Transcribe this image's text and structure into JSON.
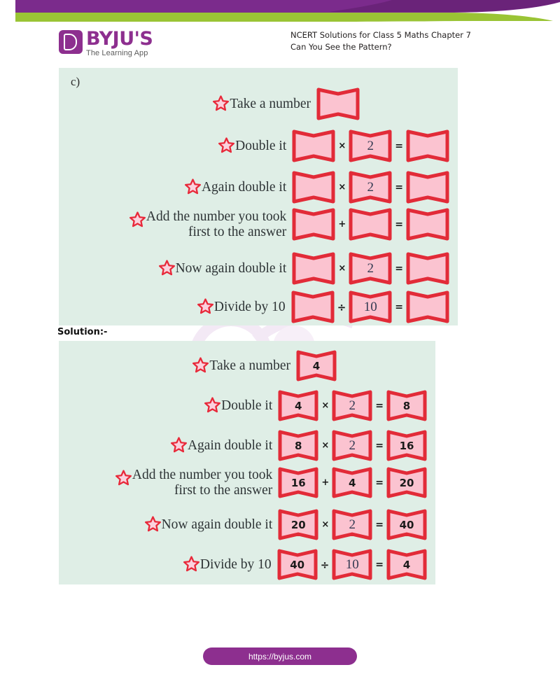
{
  "header": {
    "logo": {
      "name": "BYJU'S",
      "tagline": "The Learning App",
      "mark_color": "#8d2f8f"
    },
    "title_line1": "NCERT Solutions for Class 5 Maths Chapter 7",
    "title_line2": "Can You See the Pattern?"
  },
  "banner": {
    "purple": "#7b2b8c",
    "purple_dark": "#6a2379",
    "green": "#9ac435"
  },
  "question": {
    "label": "c)",
    "panel_bg": "#dfeee6",
    "rows": [
      {
        "label": "Take a number",
        "label2": "",
        "boxes": [
          ""
        ],
        "ops": []
      },
      {
        "label": "Double it",
        "label2": "",
        "boxes": [
          "",
          "2",
          ""
        ],
        "ops": [
          "×",
          "="
        ]
      },
      {
        "label": "Again double it",
        "label2": "",
        "boxes": [
          "",
          "2",
          ""
        ],
        "ops": [
          "×",
          "="
        ]
      },
      {
        "label": "Add the number you took",
        "label2": "first to the answer",
        "boxes": [
          "",
          "",
          ""
        ],
        "ops": [
          "+",
          "="
        ]
      },
      {
        "label": "Now again double it",
        "label2": "",
        "boxes": [
          "",
          "2",
          ""
        ],
        "ops": [
          "×",
          "="
        ]
      },
      {
        "label": "Divide by 10",
        "label2": "",
        "boxes": [
          "",
          "10",
          ""
        ],
        "ops": [
          "÷",
          "="
        ]
      }
    ]
  },
  "solution": {
    "heading": "Solution:-",
    "panel_bg": "#dfeee6",
    "rows": [
      {
        "label": "Take a number",
        "label2": "",
        "boxes": [
          "4"
        ],
        "box_kinds": [
          "ans"
        ],
        "ops": []
      },
      {
        "label": "Double it",
        "label2": "",
        "boxes": [
          "4",
          "2",
          "8"
        ],
        "box_kinds": [
          "ans",
          "const",
          "ans"
        ],
        "ops": [
          "×",
          "="
        ]
      },
      {
        "label": "Again double it",
        "label2": "",
        "boxes": [
          "8",
          "2",
          "16"
        ],
        "box_kinds": [
          "ans",
          "const",
          "ans"
        ],
        "ops": [
          "×",
          "="
        ]
      },
      {
        "label": "Add the number you took",
        "label2": "first to the answer",
        "boxes": [
          "16",
          "4",
          "20"
        ],
        "box_kinds": [
          "ans",
          "ans",
          "ans"
        ],
        "ops": [
          "+",
          "="
        ]
      },
      {
        "label": "Now again double it",
        "label2": "",
        "boxes": [
          "20",
          "2",
          "40"
        ],
        "box_kinds": [
          "ans",
          "const",
          "ans"
        ],
        "ops": [
          "×",
          "="
        ]
      },
      {
        "label": "Divide by 10",
        "label2": "",
        "boxes": [
          "40",
          "10",
          "4"
        ],
        "box_kinds": [
          "ans",
          "const",
          "ans"
        ],
        "ops": [
          "÷",
          "="
        ]
      }
    ]
  },
  "footer": {
    "url": "https://byjus.com",
    "pill_color": "#8d2f8f"
  },
  "colors": {
    "box_border": "#e22b38",
    "box_fill": "#fbc3d0",
    "star_border": "#e8293a",
    "star_fill": "#fbd2de",
    "panel_bg": "#dfeee6",
    "brand_purple": "#8d2f8f",
    "brand_green": "#9ac435"
  }
}
